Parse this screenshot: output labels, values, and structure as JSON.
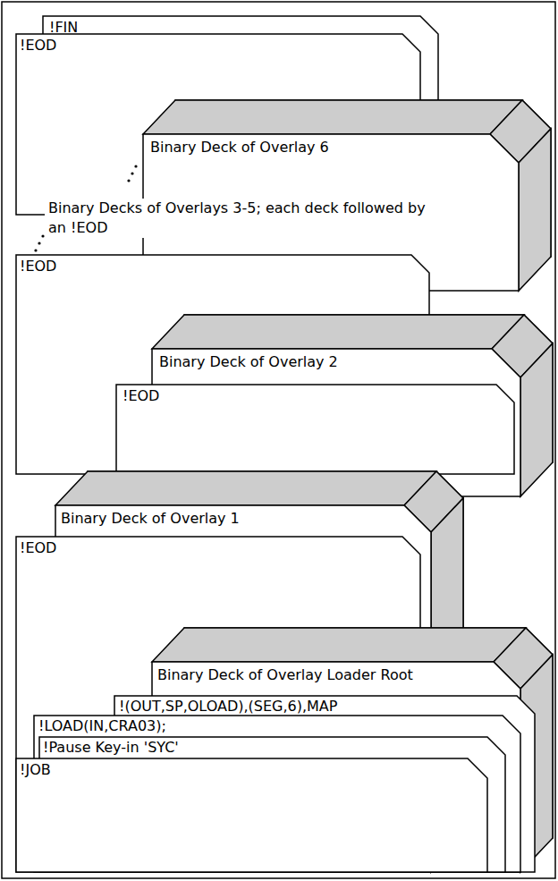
{
  "diagram": {
    "nodes": [
      {
        "text": [
          "!FIN"
        ]
      },
      {
        "text": [
          "!EOD"
        ]
      },
      {
        "text": [
          "Binary Deck of Overlay 6"
        ]
      },
      {
        "text": [
          "!EOD"
        ]
      },
      {
        "text": [
          "Binary Deck of Overlay 2"
        ]
      },
      {
        "text": [
          "!EOD"
        ]
      },
      {
        "text": [
          "Binary Deck of Overlay 1"
        ]
      },
      {
        "text": [
          "!EOD"
        ]
      },
      {
        "text": [
          "Binary Deck of Overlay Loader Root"
        ]
      },
      {
        "text": [
          "!(OUT,SP,OLOAD),(SEG,6),MAP"
        ]
      },
      {
        "text": [
          "!LOAD(IN,CRA03);"
        ]
      },
      {
        "text": [
          "!Pause Key-in 'SYC'"
        ]
      },
      {
        "text": [
          "!JOB"
        ]
      }
    ],
    "labels": [
      "Binary Decks of Overlays 3-5; each deck followed by an !EOD"
    ]
  }
}
